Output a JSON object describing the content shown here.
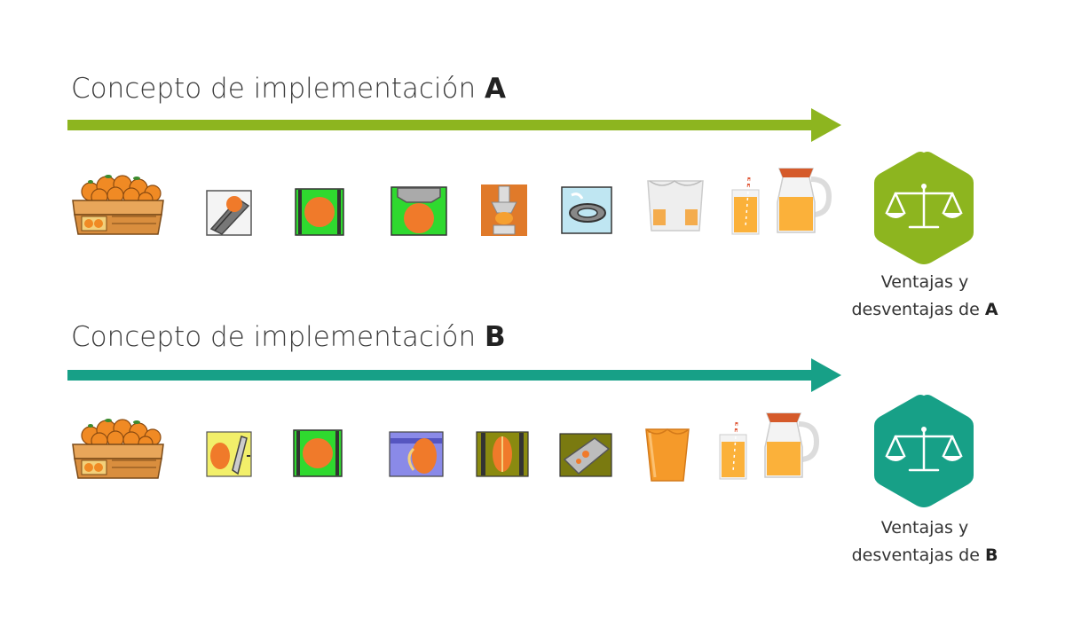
{
  "concepts": [
    {
      "title_prefix": "Concepto de implementación ",
      "title_letter": "A",
      "color": "#8db51f",
      "caption_line1": "Ventajas y",
      "caption_line2_prefix": "desventajas de ",
      "caption_letter": "A",
      "steps": [
        "orange-crate-icon",
        "orange-chute-icon",
        "orange-in-green-box-icon",
        "orange-in-holder-icon",
        "juicer-press-icon",
        "sieve-icon",
        "plastic-cup-icon",
        "juice-glass-icon",
        "juice-jug-icon"
      ]
    },
    {
      "title_prefix": "Concepto de implementación ",
      "title_letter": "B",
      "color": "#17a087",
      "caption_line1": "Ventajas y",
      "caption_line2_prefix": "desventajas de ",
      "caption_letter": "B",
      "steps": [
        "orange-crate-icon",
        "orange-slicer-icon",
        "orange-in-green-box-icon",
        "orange-cut-icon",
        "orange-halves-press-icon",
        "juice-chute-icon",
        "orange-cup-icon",
        "juice-glass-icon",
        "juice-jug-icon"
      ]
    }
  ],
  "icons": {
    "balance": "balance-scale-icon"
  }
}
